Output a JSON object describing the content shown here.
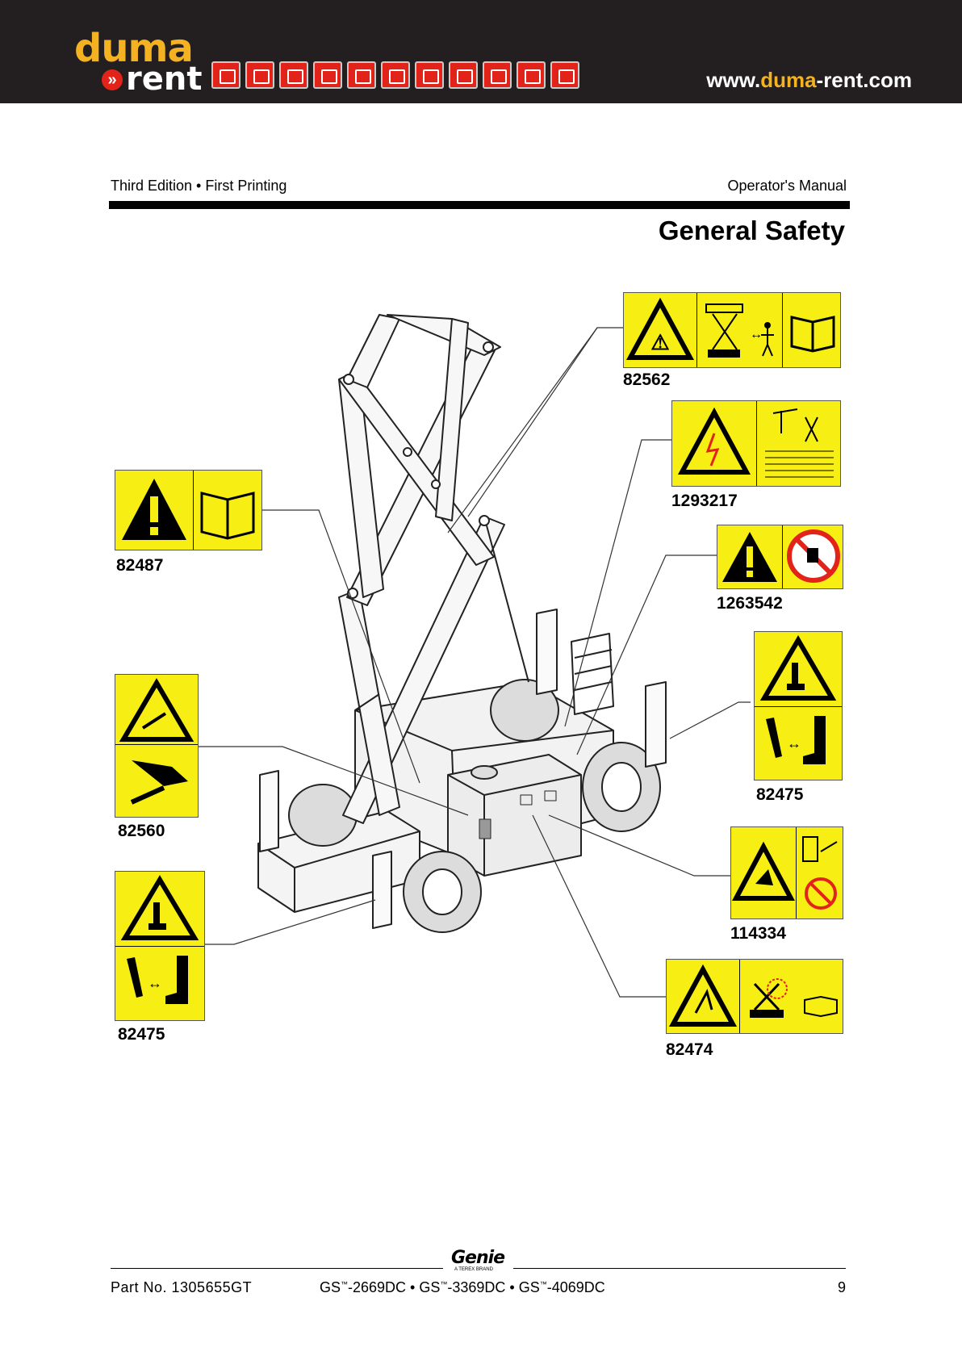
{
  "brand": {
    "logo_top": "duma",
    "logo_bottom": "rent",
    "logo_arrow": "»",
    "website_prefix": "www.",
    "website_accent": "duma",
    "website_suffix": "-rent.com",
    "accent_color": "#f4b223",
    "banner_color": "#231f20",
    "equipment_icons": [
      "compact-loader-icon",
      "forklift-icon",
      "generator-icon",
      "mini-excavator-icon",
      "wheel-loader-icon",
      "backhoe-icon",
      "scissor-lift-icon",
      "excavator-icon",
      "telehandler-icon",
      "boom-lift-icon",
      "tracked-lift-icon"
    ]
  },
  "header": {
    "edition": "Third Edition • First Printing",
    "manual": "Operator's Manual",
    "section_title": "General Safety"
  },
  "decals": [
    {
      "id": "82562",
      "side": "right"
    },
    {
      "id": "1293217",
      "side": "right"
    },
    {
      "id": "1263542",
      "side": "right"
    },
    {
      "id": "82475",
      "side": "right"
    },
    {
      "id": "114334",
      "side": "right"
    },
    {
      "id": "82474",
      "side": "right"
    },
    {
      "id": "82487",
      "side": "left"
    },
    {
      "id": "82560",
      "side": "left"
    },
    {
      "id": "82475",
      "side": "left"
    }
  ],
  "footer": {
    "part_no": "Part No. 1305655GT",
    "models": [
      "GS",
      "-2669DC • GS",
      "-3369DC • GS",
      "-4069DC"
    ],
    "tm": "™",
    "page": "9",
    "maker": "Genie",
    "maker_sub": "A TEREX BRAND"
  }
}
